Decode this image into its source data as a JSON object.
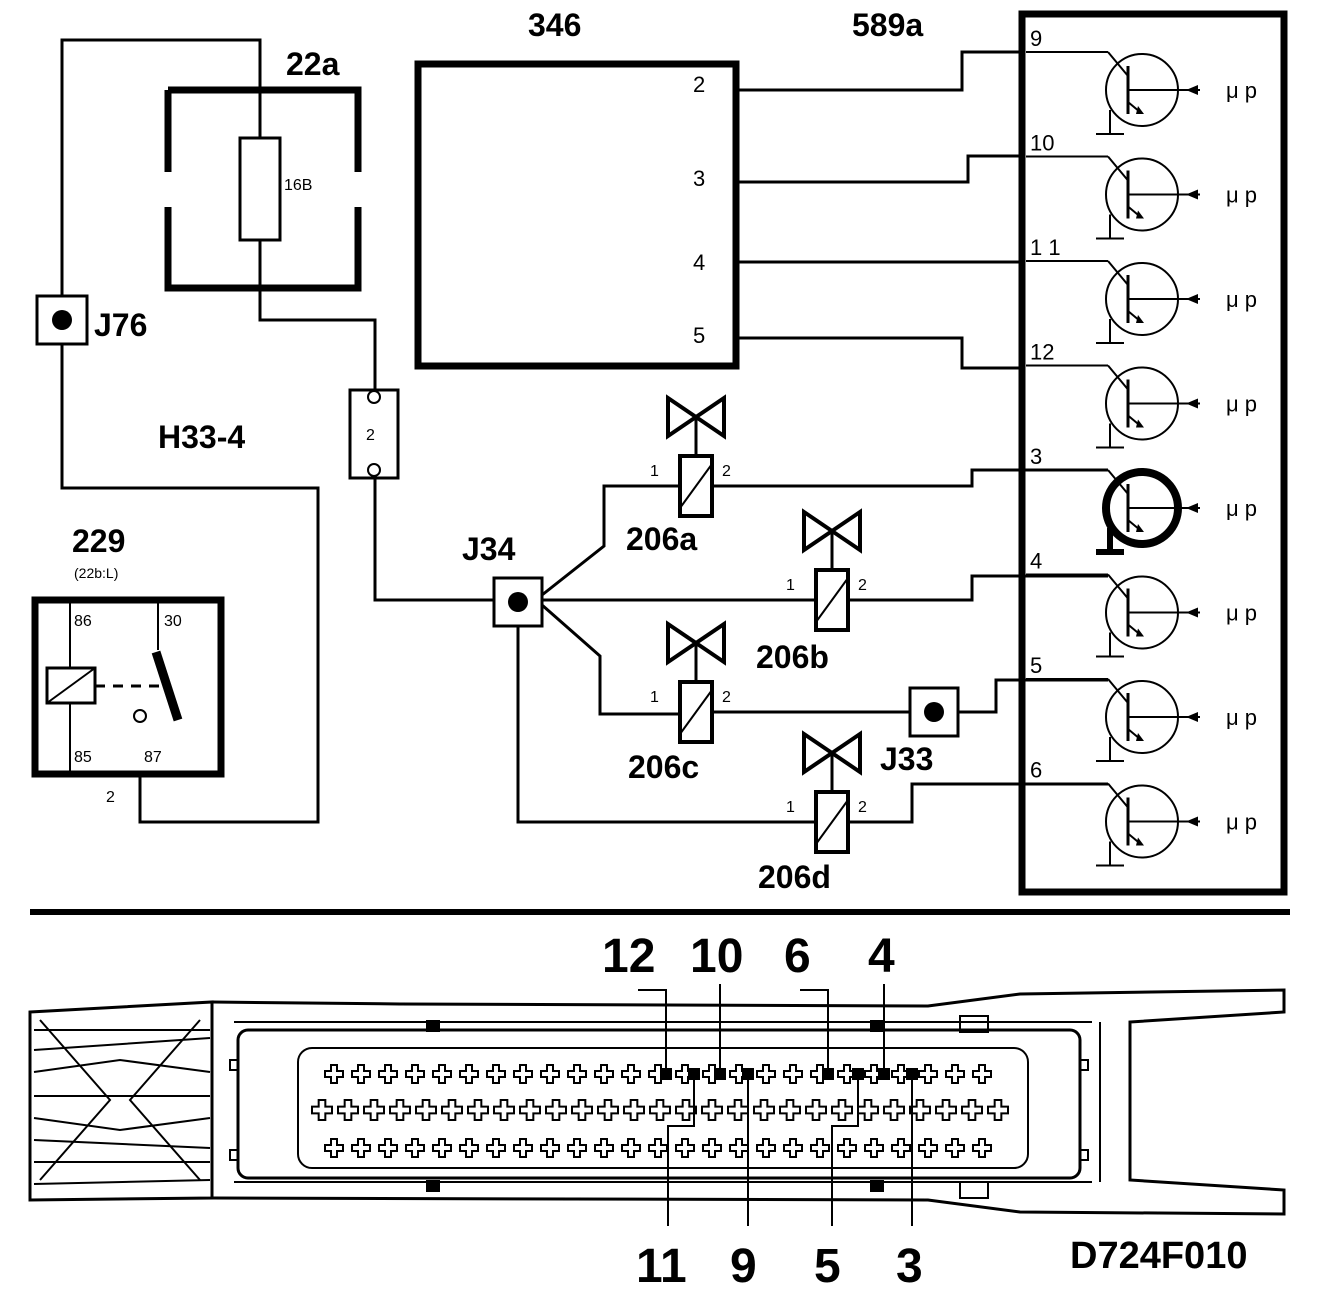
{
  "components": {
    "c346": {
      "label": "346",
      "pins": [
        "2",
        "3",
        "4",
        "5"
      ]
    },
    "c589a": {
      "label": "589a"
    },
    "c22a": {
      "label": "22a",
      "fuse": "16B"
    },
    "j76": {
      "label": "J76"
    },
    "h33": {
      "label": "H33-4"
    },
    "conn2": {
      "label": "2"
    },
    "c229": {
      "label": "229",
      "sub": "(22b:L)",
      "pins": {
        "p86": "86",
        "p30": "30",
        "p85": "85",
        "p87": "87"
      },
      "wire": "2"
    },
    "j34": {
      "label": "J34"
    },
    "j33": {
      "label": "J33"
    },
    "valves": [
      {
        "label": "206a",
        "p1": "1",
        "p2": "2"
      },
      {
        "label": "206b",
        "p1": "1",
        "p2": "2"
      },
      {
        "label": "206c",
        "p1": "1",
        "p2": "2"
      },
      {
        "label": "206d",
        "p1": "1",
        "p2": "2"
      }
    ]
  },
  "transistors": [
    {
      "pin": "9",
      "mp": "μ p"
    },
    {
      "pin": "10",
      "mp": "μ p"
    },
    {
      "pin": "1 1",
      "mp": "μ p"
    },
    {
      "pin": "12",
      "mp": "μ p"
    },
    {
      "pin": "3",
      "mp": "μ p"
    },
    {
      "pin": "4",
      "mp": "μ p"
    },
    {
      "pin": "5",
      "mp": "μ p"
    },
    {
      "pin": "6",
      "mp": "μ p"
    }
  ],
  "connector": {
    "top_pins": [
      "12",
      "10",
      "6",
      "4"
    ],
    "bottom_pins": [
      "11",
      "9",
      "5",
      "3"
    ]
  },
  "code": "D724F010"
}
